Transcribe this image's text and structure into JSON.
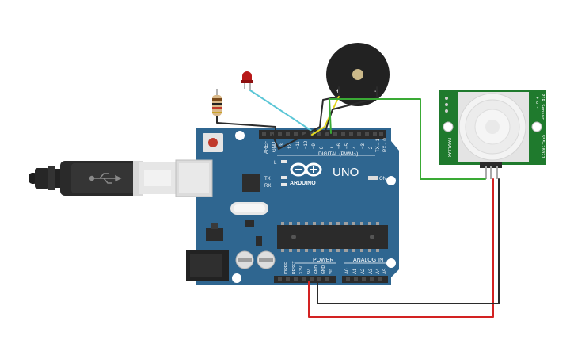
{
  "board": {
    "logo_text": "UNO",
    "brand": "ARDUINO",
    "digital_header": "DIGITAL (PWM~)",
    "power_label": "POWER",
    "analog_label": "ANALOG IN",
    "on_label": "ON",
    "tx_label": "TX",
    "rx_label": "RX",
    "l_label": "L",
    "aref": "AREF",
    "gnd": "GND",
    "digital_pins": [
      "13",
      "12",
      "~11",
      "~10",
      "~9",
      "8",
      "7",
      "~6",
      "~5",
      "4",
      "~3",
      "2",
      "TX→1",
      "RX←0"
    ],
    "power_pins": [
      "IOREF",
      "RESET",
      "3.3V",
      "5V",
      "GND",
      "GND",
      "Vin"
    ],
    "analog_pins": [
      "A0",
      "A1",
      "A2",
      "A3",
      "A4",
      "A5"
    ]
  },
  "pir": {
    "title": "PIR Sensor",
    "pins": "+ o -",
    "part_no": "555-28027",
    "brand": "PARALLAX"
  },
  "buzzer": {
    "plus": "+",
    "minus": "−"
  },
  "colors": {
    "board": "#2f6690",
    "board_edge": "#255a80",
    "wire_red": "#d32222",
    "wire_black": "#2b2b2b",
    "wire_green": "#3aaa35",
    "wire_cyan": "#5bc6d6",
    "wire_yellow": "#e3d51b",
    "pir_board": "#1f7a2d",
    "led": "#b81818"
  }
}
